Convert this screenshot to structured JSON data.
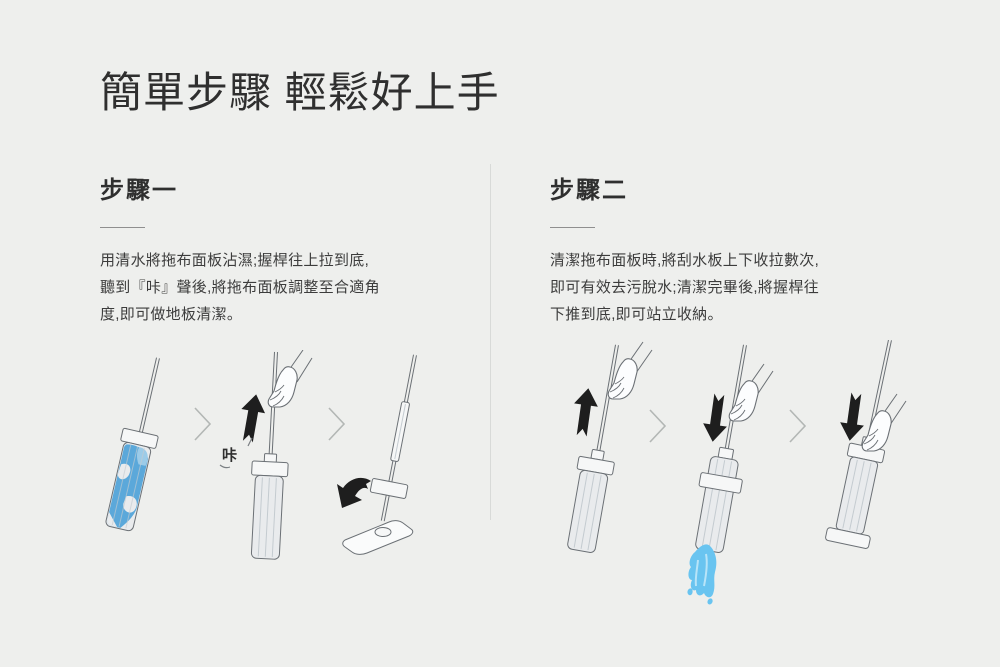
{
  "page": {
    "title": "簡單步驟 輕鬆好上手"
  },
  "steps": [
    {
      "label": "步驟一",
      "body": "用清水將拖布面板沾濕;握桿往上拉到底,\n聽到『咔』聲後,將拖布面板調整至合適角\n度,即可做地板清潔。",
      "sound_label": "咔"
    },
    {
      "label": "步驟二",
      "body": "清潔拖布面板時,將刮水板上下收拉數次,\n即可有效去污脫水;清潔完畢後,將握桿往\n下推到底,即可站立收納。"
    }
  ],
  "icons": {
    "step_separator": "chevron-right",
    "pull_up": "arrow-up",
    "push_down": "arrow-down",
    "rotate_pad": "curved-arrow"
  },
  "colors": {
    "background": "#eeefed",
    "text-primary": "#2f2f2f",
    "text-body": "#3c3c3c",
    "divider": "#d8dad8",
    "underline": "#8f8f8f",
    "arrow": "#1e1e1e",
    "chevron": "#b3b7b5",
    "outline": "#6b7075",
    "pad-fill": "#e9ebed",
    "pad-stripe": "#c4cbd0",
    "collar-fill": "#f6f7f7",
    "water-wet": "#5ba8da",
    "water-light": "#9ccbe8",
    "water-jet": "#69c4f0",
    "water-jet-light": "#b8e4f8"
  }
}
